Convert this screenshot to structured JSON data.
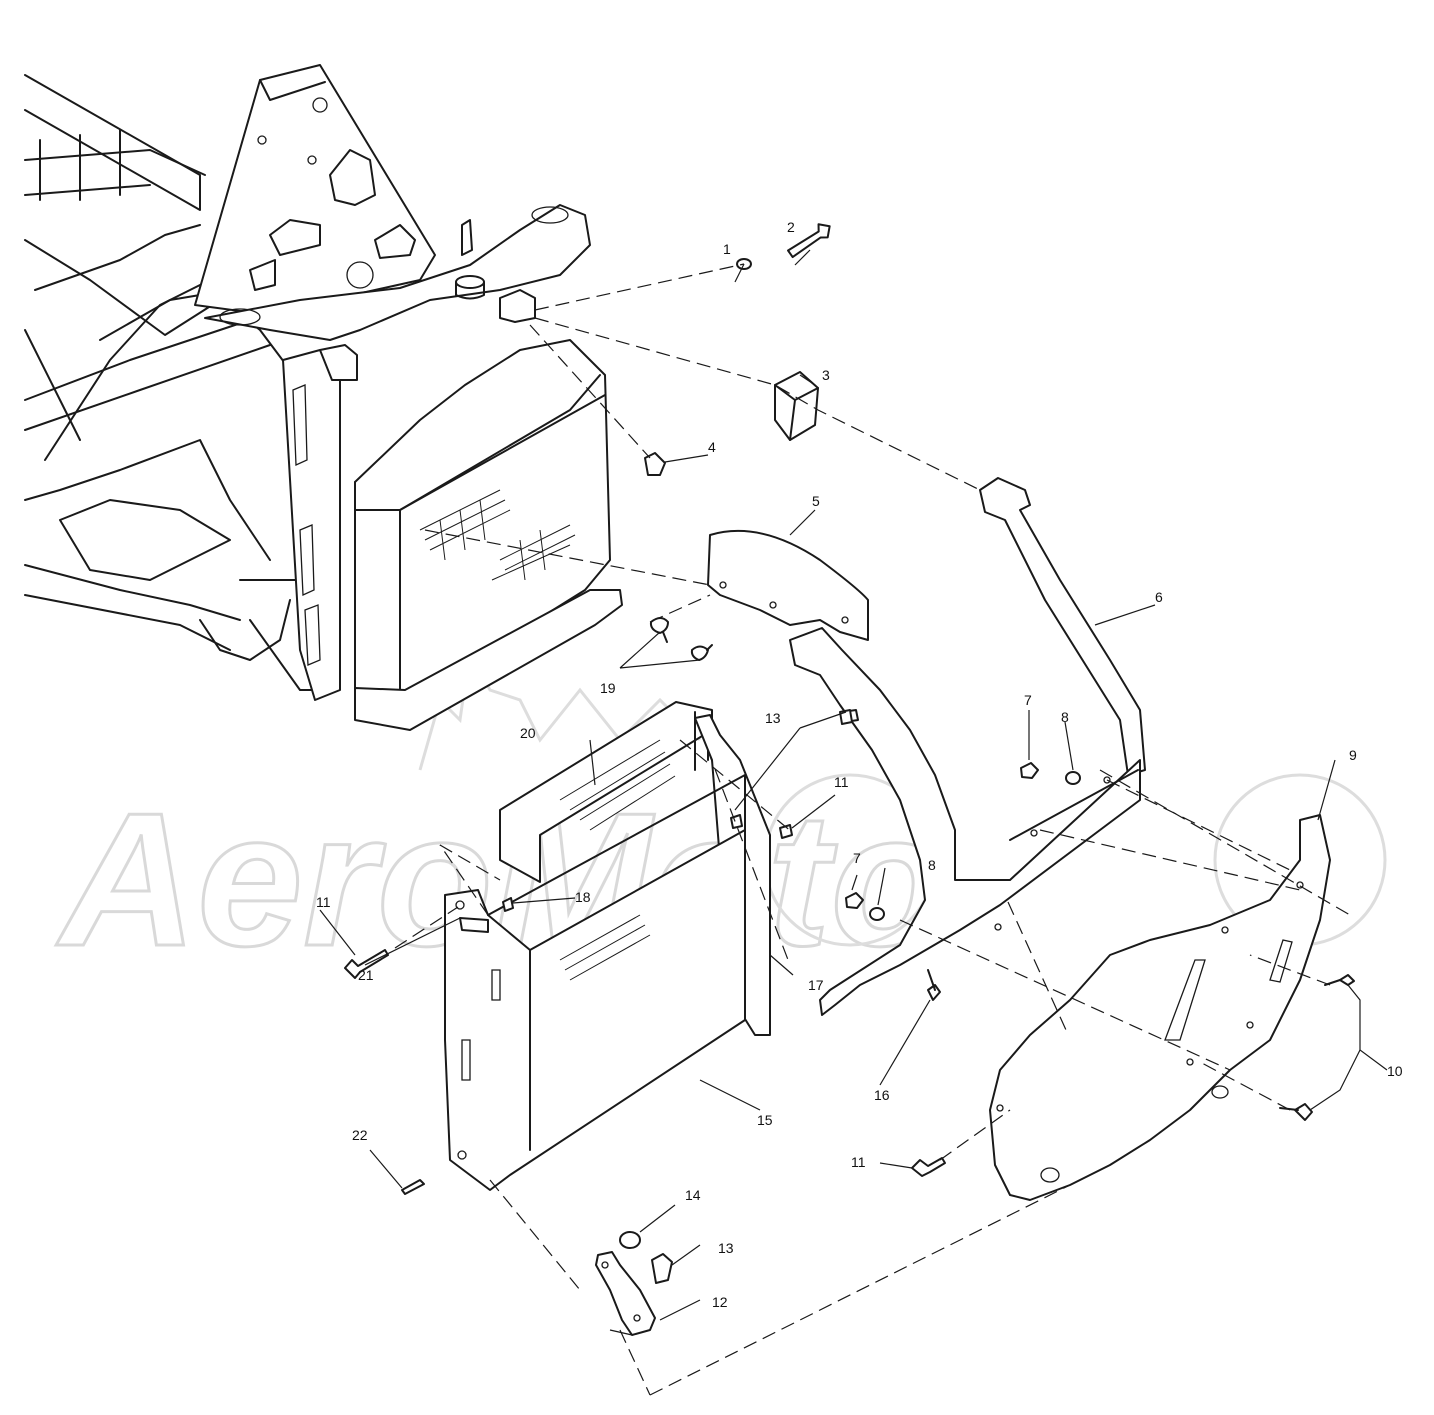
{
  "watermark": {
    "text": "AeroMoto",
    "color": "#d9d9d9"
  },
  "callouts": {
    "c1": "1",
    "c2": "2",
    "c3": "3",
    "c4": "4",
    "c5": "5",
    "c6": "6",
    "c7a": "7",
    "c8a": "8",
    "c7b": "7",
    "c8b": "8",
    "c9": "9",
    "c10": "10",
    "c11a": "11",
    "c11b": "11",
    "c11c": "11",
    "c12": "12",
    "c13a": "13",
    "c13b": "13",
    "c14": "14",
    "c15": "15",
    "c16": "16",
    "c17": "17",
    "c18": "18",
    "c19": "19",
    "c20": "20",
    "c21": "21",
    "c22": "22"
  },
  "colors": {
    "ink": "#1a1a1a",
    "paper": "#ffffff"
  }
}
